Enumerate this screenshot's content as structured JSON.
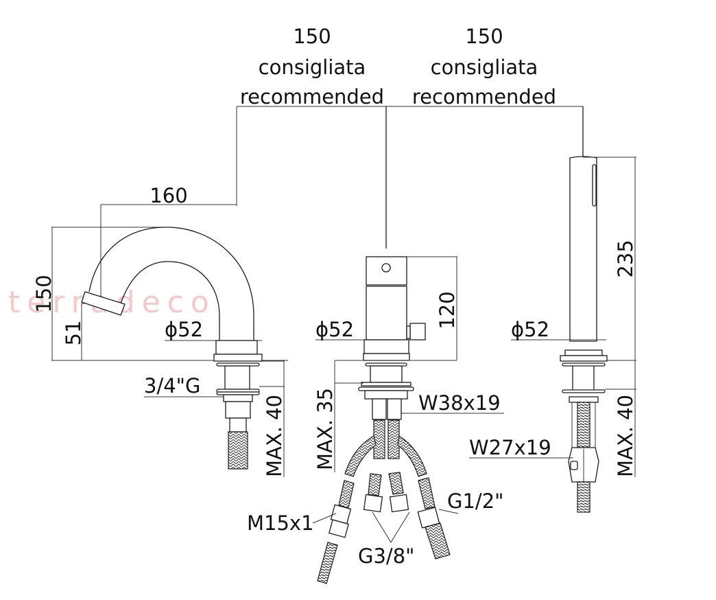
{
  "drawing": {
    "watermark": "terradeco",
    "top_dimensions": [
      {
        "value": "150",
        "line1": "consigliata",
        "line2": "recommended"
      },
      {
        "value": "150",
        "line1": "consigliata",
        "line2": "recommended"
      }
    ],
    "spout": {
      "reach": "160",
      "height": "150",
      "outlet_height": "51",
      "base_diameter": "ϕ52",
      "thread": "3/4\"G",
      "max_thickness": "MAX. 40"
    },
    "mixer": {
      "height": "120",
      "base_diameter": "ϕ52",
      "max_thickness": "MAX. 35",
      "nut": "W38x19",
      "hose_connections": [
        "M15x1",
        "G3/8\"",
        "G1/2\""
      ]
    },
    "handshower": {
      "height": "235",
      "base_diameter": "ϕ52",
      "nut": "W27x19",
      "max_thickness": "MAX. 40"
    }
  }
}
